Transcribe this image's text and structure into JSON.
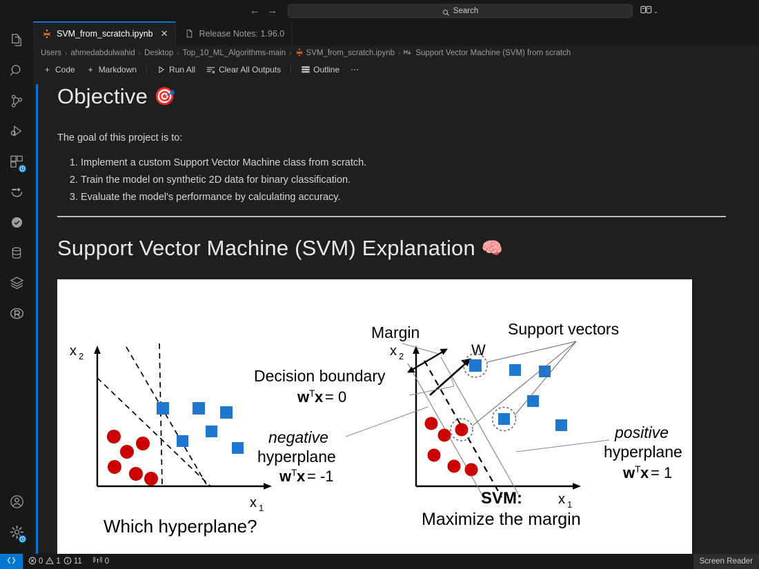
{
  "window": {
    "search_placeholder": "Search",
    "search_icon": "search-icon",
    "back_arrow": "←",
    "forward_arrow": "→",
    "layout_icon": "layout-panel-icon",
    "layout_caret": "⌄"
  },
  "activity_bar": {
    "top_items": [
      {
        "name": "explorer",
        "icon": "files-icon"
      },
      {
        "name": "search",
        "icon": "search-icon"
      },
      {
        "name": "source-control",
        "icon": "source-control-icon"
      },
      {
        "name": "run-and-debug",
        "icon": "run-debug-icon"
      },
      {
        "name": "extensions",
        "icon": "extensions-icon",
        "badge": "clock-badge"
      },
      {
        "name": "testing-smiley",
        "icon": "smiley-icon"
      },
      {
        "name": "checked-circle",
        "icon": "check-circle-icon"
      },
      {
        "name": "database",
        "icon": "database-icon"
      },
      {
        "name": "layers",
        "icon": "layers-icon"
      },
      {
        "name": "r-extension",
        "icon": "r-circle-icon"
      }
    ],
    "bottom_items": [
      {
        "name": "accounts",
        "icon": "account-icon"
      },
      {
        "name": "manage-settings",
        "icon": "gear-icon",
        "badge": "clock-badge"
      }
    ]
  },
  "tabs": [
    {
      "label": "SVM_from_scratch.ipynb",
      "icon": "jupyter-icon",
      "active": true,
      "close": "✕"
    },
    {
      "label": "Release Notes: 1.96.0",
      "icon": "file-icon",
      "active": false
    }
  ],
  "breadcrumb": {
    "separator": "›",
    "items": [
      {
        "label": "Users",
        "icon": null
      },
      {
        "label": "ahmedabdulwahid",
        "icon": null
      },
      {
        "label": "Desktop",
        "icon": null
      },
      {
        "label": "Top_10_ML_Algorithms-main",
        "icon": null
      },
      {
        "label": "SVM_from_scratch.ipynb",
        "icon": "jupyter-icon"
      },
      {
        "label": "Support Vector Machine (SVM) from scratch",
        "icon": "markdown-icon"
      }
    ]
  },
  "notebook_toolbar": {
    "code_label": "Code",
    "markdown_label": "Markdown",
    "run_all_label": "Run All",
    "clear_outputs_label": "Clear All Outputs",
    "outline_label": "Outline",
    "more_label": "⋯",
    "plus": "+"
  },
  "notebook": {
    "objective": {
      "heading": "Objective",
      "heading_emoji": "🎯",
      "intro": "The goal of this project is to:",
      "list": [
        "Implement a custom Support Vector Machine class from scratch.",
        "Train the model on synthetic 2D data for binary classification.",
        "Evaluate the model's performance by calculating accuracy."
      ]
    },
    "svm_section": {
      "heading": "Support Vector Machine (SVM) Explanation",
      "heading_emoji": "🧠"
    }
  },
  "status_bar": {
    "remote_icon": "remote-window-icon",
    "errors_icon": "error-icon",
    "errors_count": "0",
    "warnings_icon": "warning-icon",
    "warnings_count": "1",
    "info_icon": "info-icon",
    "info_count": "11",
    "ports_icon": "radio-tower-icon",
    "ports_count": "0",
    "screen_reader_label": "Screen Reader"
  },
  "colors": {
    "accent": "#0078d4",
    "editor_bg": "#1f1f1f",
    "chrome_bg": "#181818",
    "text": "#cccccc",
    "data_blue": "#1f77d0",
    "data_red": "#cc0000"
  },
  "chart_data": {
    "type": "scatter",
    "title": "SVM hyperplane illustration (two panels)",
    "panels": [
      {
        "name": "left-panel",
        "caption": "Which hyperplane?",
        "xlabel": "x₁",
        "ylabel": "x₂",
        "series": [
          {
            "name": "negative-class",
            "marker": "circle",
            "color": "#cc0000",
            "points": [
              [
                0.145,
                0.455
              ],
              [
                0.205,
                0.515
              ],
              [
                0.265,
                0.475
              ],
              [
                0.145,
                0.605
              ],
              [
                0.235,
                0.635
              ],
              [
                0.3,
                0.655
              ]
            ]
          },
          {
            "name": "positive-class",
            "marker": "square",
            "color": "#1f77d0",
            "points": [
              [
                0.345,
                0.305
              ],
              [
                0.525,
                0.305
              ],
              [
                0.665,
                0.325
              ],
              [
                0.595,
                0.415
              ],
              [
                0.455,
                0.465
              ],
              [
                0.72,
                0.495
              ]
            ]
          }
        ],
        "dashed_lines": [
          {
            "name": "candidate-hyperplane-1",
            "from": [
              0.31,
              0.1
            ],
            "to": [
              0.655,
              0.71
            ]
          },
          {
            "name": "candidate-hyperplane-2",
            "from": [
              0.445,
              0.095
            ],
            "to": [
              0.46,
              0.715
            ]
          },
          {
            "name": "candidate-hyperplane-3",
            "from": [
              0.015,
              0.235
            ],
            "to": [
              0.68,
              0.715
            ]
          }
        ]
      },
      {
        "name": "right-panel",
        "caption_bold": "SVM:",
        "caption": "Maximize the margin",
        "xlabel": "x₁",
        "ylabel": "x₂",
        "annotations": [
          {
            "label": "Margin",
            "name": "margin-label"
          },
          {
            "label": "W",
            "name": "weight-vector-label"
          },
          {
            "label": "Support vectors",
            "name": "support-vectors-label"
          },
          {
            "label": "Decision boundary",
            "sub": "wᵀx = 0",
            "name": "decision-boundary-label"
          },
          {
            "label_italic": "negative",
            "label": "hyperplane",
            "sub": "wᵀx = -1",
            "name": "negative-hyperplane-label"
          },
          {
            "label_italic": "positive",
            "label": "hyperplane",
            "sub": "wᵀx = 1",
            "name": "positive-hyperplane-label"
          }
        ],
        "series": [
          {
            "name": "negative-class",
            "marker": "circle",
            "color": "#cc0000",
            "points": [
              [
                0.125,
                0.515
              ],
              [
                0.185,
                0.565
              ],
              [
                0.135,
                0.66
              ],
              [
                0.225,
                0.705
              ],
              [
                0.31,
                0.72
              ],
              [
                0.265,
                0.54
              ]
            ]
          },
          {
            "name": "positive-class",
            "marker": "square",
            "color": "#1f77d0",
            "points": [
              [
                0.385,
                0.3
              ],
              [
                0.555,
                0.325
              ],
              [
                0.665,
                0.33
              ],
              [
                0.615,
                0.46
              ],
              [
                0.49,
                0.54
              ],
              [
                0.74,
                0.565
              ]
            ]
          }
        ],
        "support_vectors": [
          [
            0.385,
            0.3
          ],
          [
            0.265,
            0.54
          ],
          [
            0.49,
            0.54
          ]
        ]
      }
    ]
  }
}
